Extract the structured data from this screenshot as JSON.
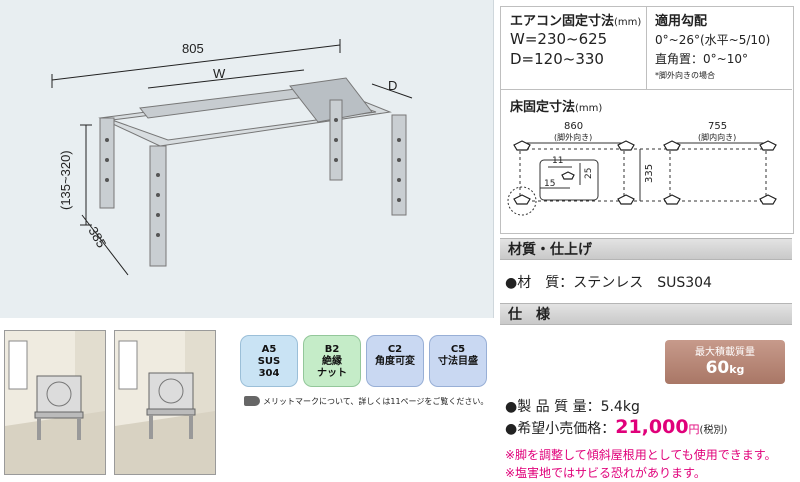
{
  "diagram": {
    "width_total": "805",
    "width_var": "W",
    "depth": "D",
    "height_range": "(135~320)",
    "leg_depth": "385"
  },
  "spec": {
    "ac_title": "エアコン固定寸法",
    "ac_unit": "(mm)",
    "w_range": "W=230~625",
    "d_range": "D=120~330",
    "slope_title": "適用勾配",
    "slope_line1": "0°~26°(水平~5/10)",
    "slope_line2": "直角置：0°~10°",
    "slope_note": "*脚外向きの場合",
    "floor_title": "床固定寸法",
    "floor_unit": "(mm)",
    "dim_860": "860",
    "dim_860_note": "(脚外向き)",
    "dim_755": "755",
    "dim_755_note": "(脚内向き)",
    "dim_335": "335",
    "dim_11": "11",
    "dim_15": "15",
    "dim_25": "25"
  },
  "material": {
    "header": "材質・仕上げ",
    "line": "●材　質：ステンレス　SUS304"
  },
  "specs": {
    "header": "仕　様",
    "max_load_label": "最大積載質量",
    "max_load_value": "60",
    "max_load_unit": "kg",
    "weight_line": "●製 品 質 量：5.4kg",
    "price_label": "●希望小売価格：",
    "price_value": "21,000",
    "price_unit": "円",
    "price_tax": "(税別)",
    "note1": "※脚を調整して傾斜屋根用としても使用できます。",
    "note2": "※塩害地ではサビる恐れがあります。"
  },
  "badges": [
    {
      "code": "A5",
      "label1": "SUS",
      "label2": "304"
    },
    {
      "code": "B2",
      "label1": "絶縁",
      "label2": "ナット"
    },
    {
      "code": "C2",
      "label1": "角度可変",
      "label2": ""
    },
    {
      "code": "C5",
      "label1": "寸法目盛",
      "label2": ""
    }
  ],
  "merit_note": "メリットマークについて、詳しくは11ページをご覧ください。",
  "colors": {
    "accent": "#e0007a",
    "badge_a": "#c9e3f4",
    "badge_b": "#c5ecc8",
    "badge_c": "#c9d8f2",
    "load_box": "#b8887a"
  }
}
